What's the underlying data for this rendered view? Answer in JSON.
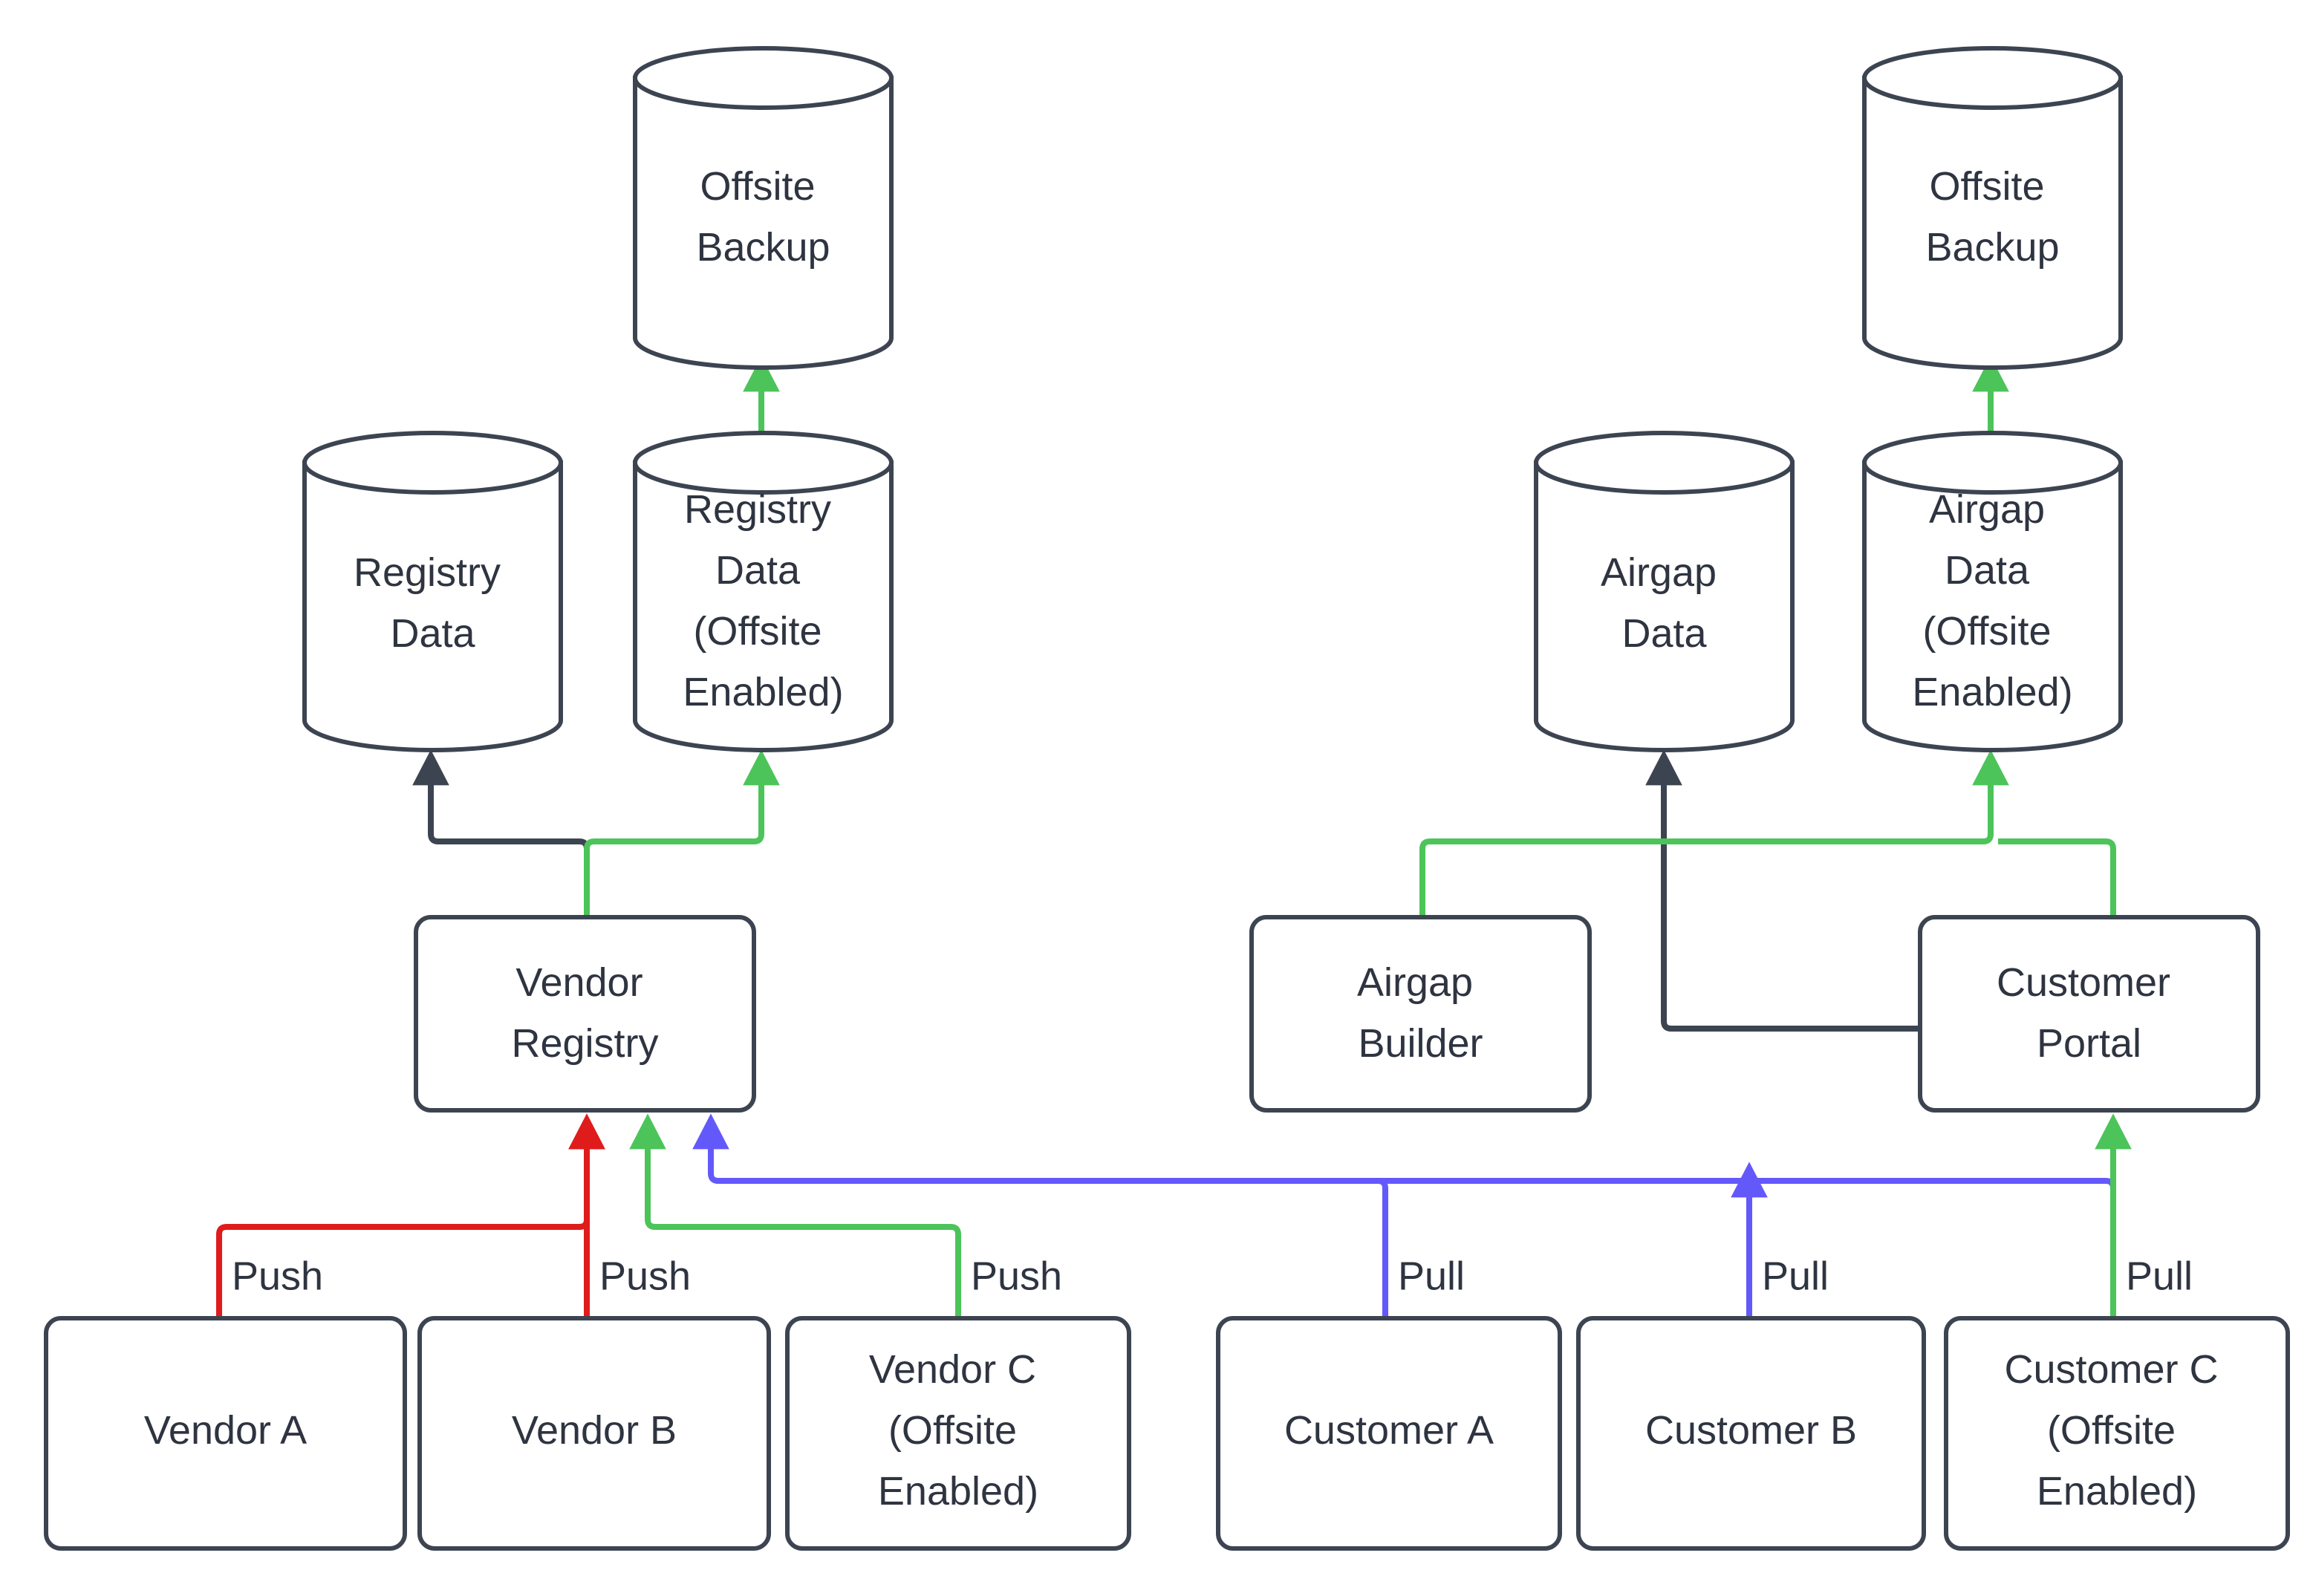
{
  "diagram": {
    "title": "Vendor Registry and Customer Portal Offsite Backup Flow",
    "colors": {
      "stroke_dark": "#3d4451",
      "text": "#2e3440",
      "background": "#ffffff",
      "edge_red": "#e01b1b",
      "edge_green": "#4cc45a",
      "edge_purple": "#6359fb",
      "edge_dark": "#3d4451"
    },
    "storage_nodes": [
      {
        "id": "offsite-backup-left",
        "label": "Offsite Backup",
        "lines": [
          "Offsite",
          "Backup"
        ]
      },
      {
        "id": "registry-data",
        "label": "Registry Data",
        "lines": [
          "Registry",
          "Data"
        ]
      },
      {
        "id": "registry-data-offsite",
        "label": "Registry Data (Offsite Enabled)",
        "lines": [
          "Registry",
          "Data",
          "(Offsite",
          "Enabled)"
        ]
      },
      {
        "id": "offsite-backup-right",
        "label": "Offsite Backup",
        "lines": [
          "Offsite",
          "Backup"
        ]
      },
      {
        "id": "airgap-data",
        "label": "Airgap Data",
        "lines": [
          "Airgap",
          "Data"
        ]
      },
      {
        "id": "airgap-data-offsite",
        "label": "Airgap Data (Offsite Enabled)",
        "lines": [
          "Airgap",
          "Data",
          "(Offsite",
          "Enabled)"
        ]
      }
    ],
    "service_nodes": [
      {
        "id": "vendor-registry",
        "label": "Vendor Registry",
        "lines": [
          "Vendor",
          "Registry"
        ]
      },
      {
        "id": "airgap-builder",
        "label": "Airgap Builder",
        "lines": [
          "Airgap",
          "Builder"
        ]
      },
      {
        "id": "customer-portal",
        "label": "Customer Portal",
        "lines": [
          "Customer",
          "Portal"
        ]
      }
    ],
    "actor_nodes": [
      {
        "id": "vendor-a",
        "label": "Vendor A",
        "lines": [
          "Vendor A"
        ]
      },
      {
        "id": "vendor-b",
        "label": "Vendor B",
        "lines": [
          "Vendor B"
        ]
      },
      {
        "id": "vendor-c",
        "label": "Vendor C (Offsite Enabled)",
        "lines": [
          "Vendor C",
          "(Offsite",
          "Enabled)"
        ]
      },
      {
        "id": "customer-a",
        "label": "Customer A",
        "lines": [
          "Customer A"
        ]
      },
      {
        "id": "customer-b",
        "label": "Customer B",
        "lines": [
          "Customer B"
        ]
      },
      {
        "id": "customer-c",
        "label": "Customer C (Offsite Enabled)",
        "lines": [
          "Customer C",
          "(Offsite",
          "Enabled)"
        ]
      }
    ],
    "edge_labels": [
      {
        "id": "push-vendor-a",
        "text": "Push",
        "color": "#e01b1b"
      },
      {
        "id": "push-vendor-b",
        "text": "Push",
        "color": "#e01b1b"
      },
      {
        "id": "push-vendor-c",
        "text": "Push",
        "color": "#4cc45a"
      },
      {
        "id": "pull-customer-a",
        "text": "Pull",
        "color": "#6359fb"
      },
      {
        "id": "pull-customer-b",
        "text": "Pull",
        "color": "#6359fb"
      },
      {
        "id": "pull-customer-c",
        "text": "Pull",
        "color": "#4cc45a"
      }
    ],
    "edges": [
      {
        "id": "vendor-a-to-registry",
        "from": "vendor-a",
        "to": "vendor-registry",
        "label": "Push",
        "color": "#e01b1b"
      },
      {
        "id": "vendor-b-to-registry",
        "from": "vendor-b",
        "to": "vendor-registry",
        "label": "Push",
        "color": "#e01b1b"
      },
      {
        "id": "vendor-c-to-registry",
        "from": "vendor-c",
        "to": "vendor-registry",
        "label": "Push",
        "color": "#4cc45a"
      },
      {
        "id": "customer-a-to-portal",
        "from": "customer-a",
        "to": "vendor-registry",
        "label": "Pull",
        "color": "#6359fb"
      },
      {
        "id": "customer-b-to-portal",
        "from": "customer-b",
        "to": "vendor-registry",
        "label": "Pull",
        "color": "#6359fb"
      },
      {
        "id": "customer-c-to-portal",
        "from": "customer-c",
        "to": "customer-portal",
        "label": "Pull",
        "color": "#4cc45a"
      },
      {
        "id": "registry-to-registry-data",
        "from": "vendor-registry",
        "to": "registry-data",
        "label": "",
        "color": "#3d4451"
      },
      {
        "id": "registry-to-registry-data-off",
        "from": "vendor-registry",
        "to": "registry-data-offsite",
        "label": "",
        "color": "#4cc45a"
      },
      {
        "id": "registry-data-off-to-backup",
        "from": "registry-data-offsite",
        "to": "offsite-backup-left",
        "label": "",
        "color": "#4cc45a"
      },
      {
        "id": "portal-to-airgap-data",
        "from": "customer-portal",
        "to": "airgap-data",
        "label": "",
        "color": "#3d4451"
      },
      {
        "id": "builder-to-airgap-data-off",
        "from": "airgap-builder",
        "to": "airgap-data-offsite",
        "label": "",
        "color": "#4cc45a"
      },
      {
        "id": "portal-to-airgap-data-off",
        "from": "customer-portal",
        "to": "airgap-data-offsite",
        "label": "",
        "color": "#4cc45a"
      },
      {
        "id": "airgap-data-off-to-backup",
        "from": "airgap-data-offsite",
        "to": "offsite-backup-right",
        "label": "",
        "color": "#4cc45a"
      }
    ]
  }
}
